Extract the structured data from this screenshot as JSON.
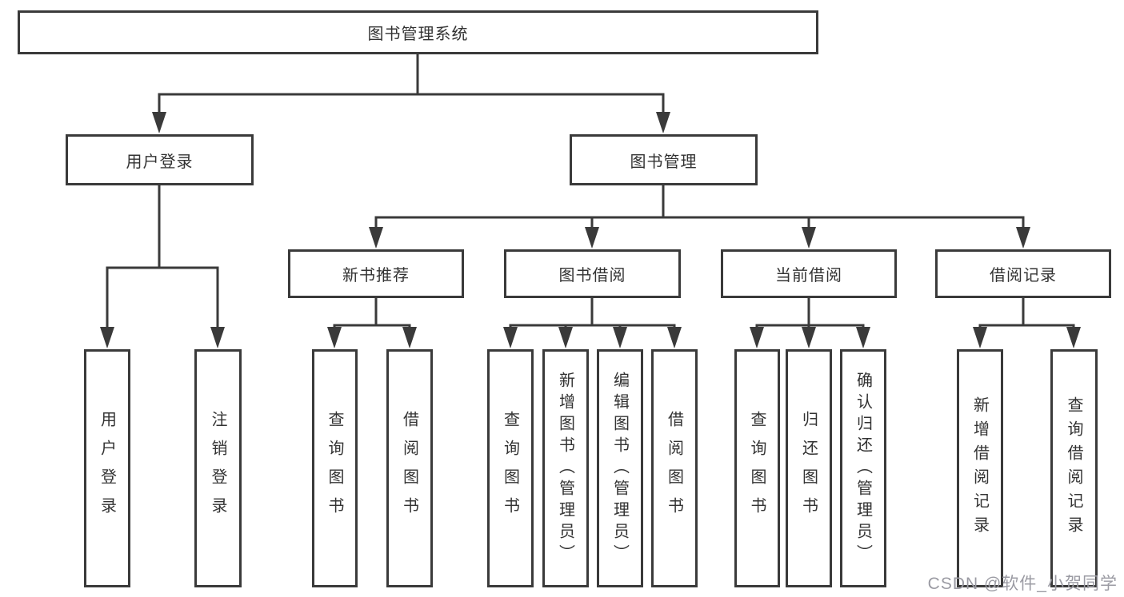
{
  "diagram": {
    "root": {
      "label": "图书管理系统"
    },
    "branches": [
      {
        "label": "用户登录",
        "children": [
          {
            "label": "用户登录"
          },
          {
            "label": "注销登录"
          }
        ]
      },
      {
        "label": "图书管理",
        "children": [
          {
            "label": "新书推荐",
            "children": [
              {
                "label": "查询图书"
              },
              {
                "label": "借阅图书"
              }
            ]
          },
          {
            "label": "图书借阅",
            "children": [
              {
                "label": "查询图书"
              },
              {
                "label": "新增图书（管理员）"
              },
              {
                "label": "编辑图书（管理员）"
              },
              {
                "label": "借阅图书"
              }
            ]
          },
          {
            "label": "当前借阅",
            "children": [
              {
                "label": "查询图书"
              },
              {
                "label": "归还图书"
              },
              {
                "label": "确认归还（管理员）"
              }
            ]
          },
          {
            "label": "借阅记录",
            "children": [
              {
                "label": "新增借阅记录"
              },
              {
                "label": "查询借阅记录"
              }
            ]
          }
        ]
      }
    ]
  },
  "watermark": {
    "text": "CSDN @软件_小贺同学"
  },
  "colors": {
    "line": "#3a3a3a",
    "text": "#333333",
    "box_background": "#ffffff",
    "watermark": "#9b9ba3",
    "page_background": "#ffffff"
  }
}
